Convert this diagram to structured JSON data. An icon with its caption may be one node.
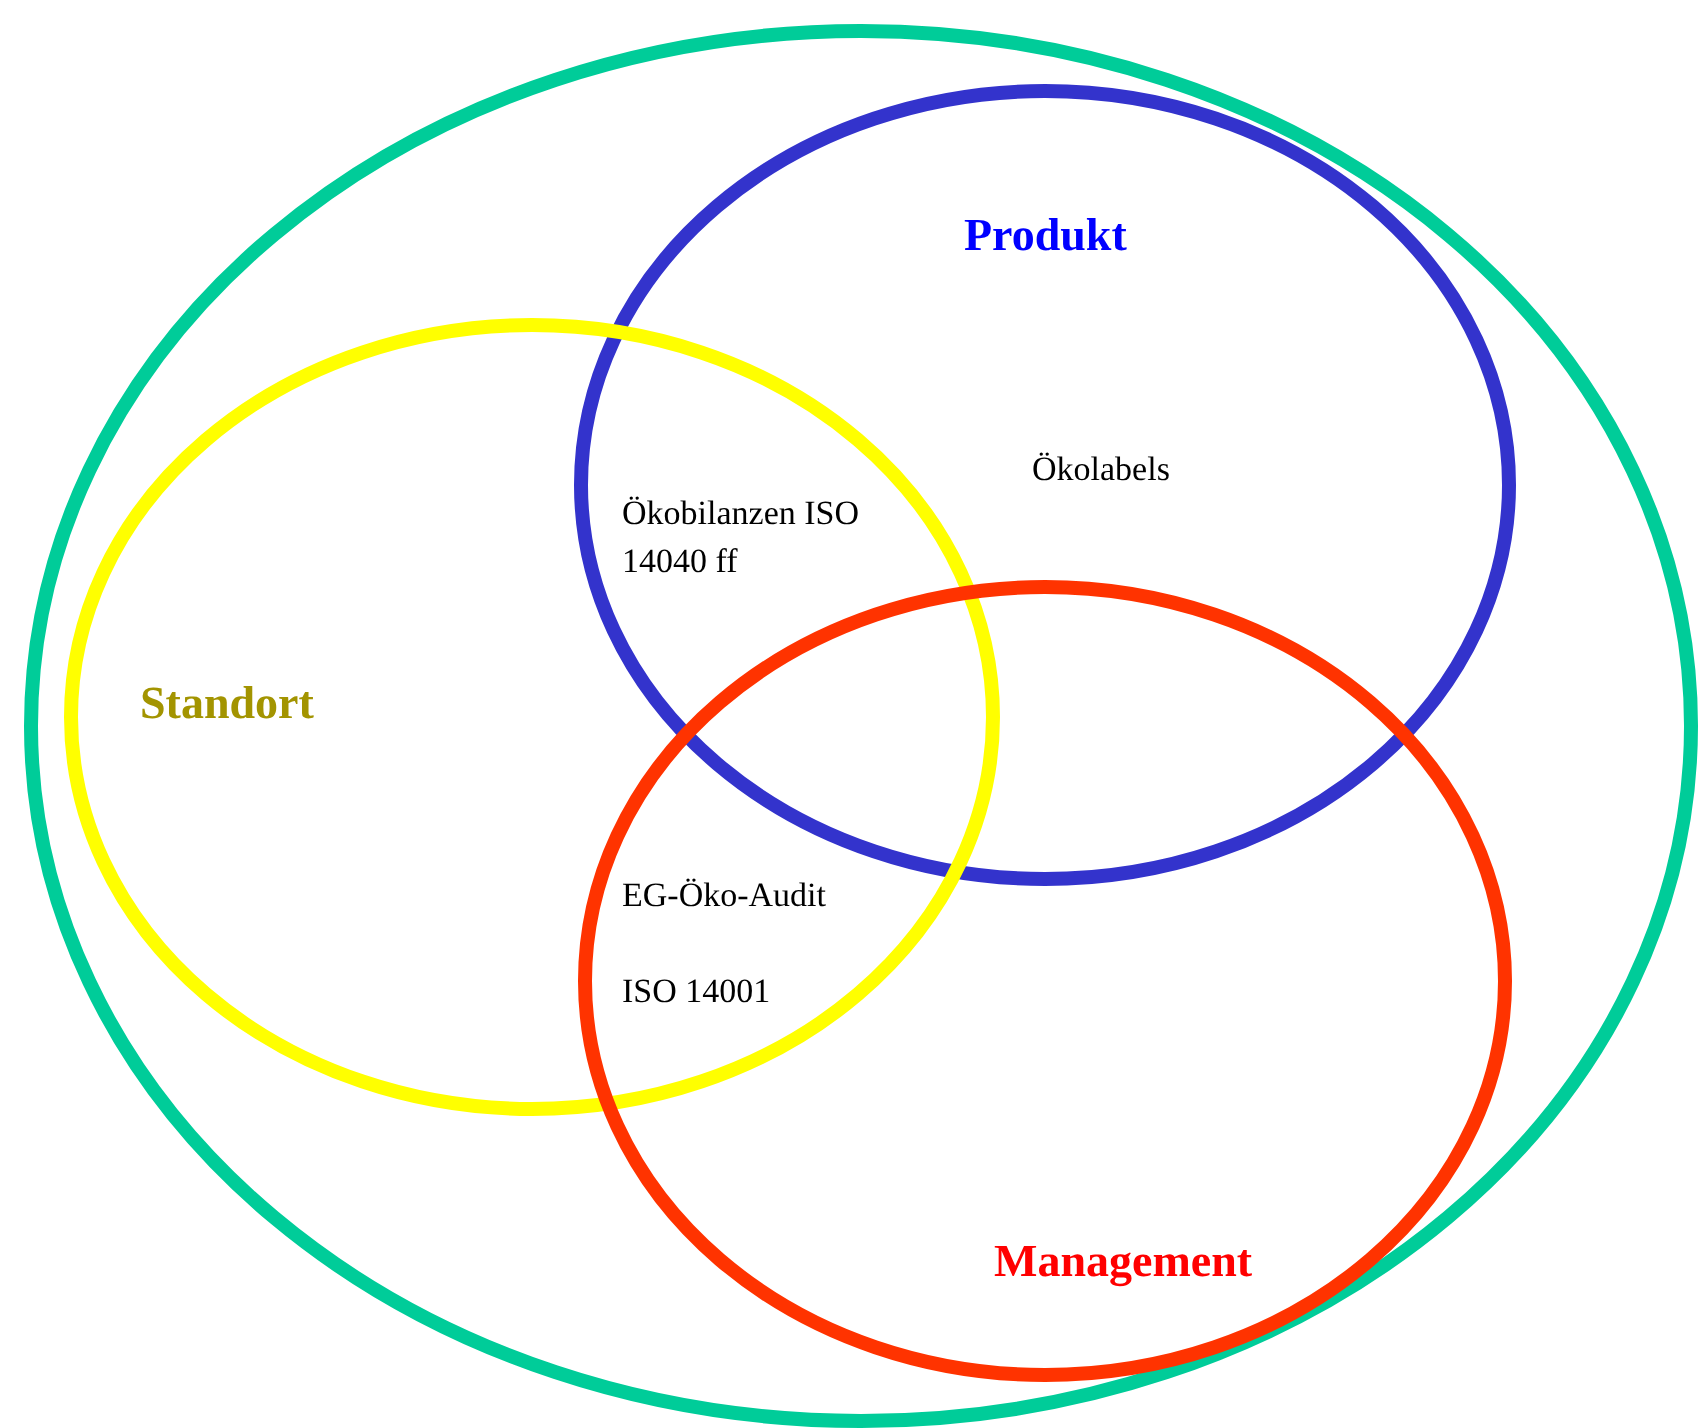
{
  "diagram": {
    "nodes": [
      {
        "text": [],
        "shape": "circle"
      },
      {
        "text": [
          "Produkt",
          "Ökolabels"
        ],
        "in": 0
      },
      {
        "text": [
          "Standort"
        ],
        "in": 0
      },
      {
        "text": [
          "Management"
        ],
        "in": 0
      }
    ],
    "labels": [
      "Ökobilanzen ISO 14040 ff",
      "EG-Öko-Audit",
      "ISO 14001"
    ]
  }
}
